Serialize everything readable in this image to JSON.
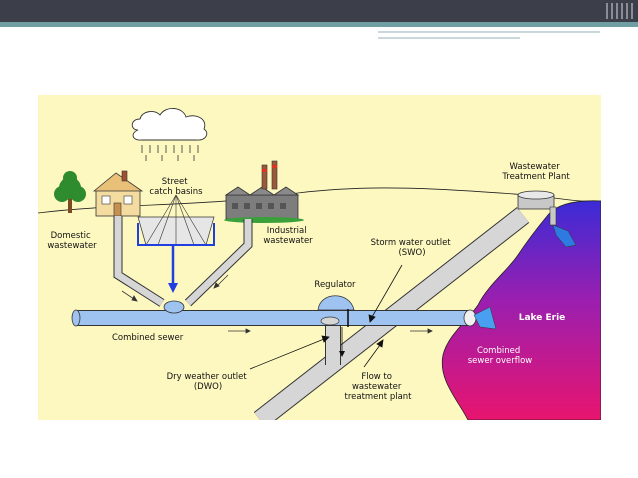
{
  "diagram": {
    "labels": {
      "street_catch_basins": [
        "Street",
        "catch basins"
      ],
      "domestic_wastewater": [
        "Domestic",
        "wastewater"
      ],
      "industrial_wastewater": [
        "Industrial",
        "wastewater"
      ],
      "wastewater_treatment_plant": [
        "Wastewater",
        "Treatment Plant"
      ],
      "storm_water_outlet": [
        "Storm water outlet",
        "(SWO)"
      ],
      "regulator": "Regulator",
      "combined_sewer": "Combined sewer",
      "lake_erie": "Lake Erie",
      "combined_sewer_overflow": [
        "Combined",
        "sewer overflow"
      ],
      "dry_weather_outlet": [
        "Dry weather outlet",
        "(DWO)"
      ],
      "flow_to_plant": [
        "Flow to",
        "wastewater",
        "treatment plant"
      ]
    },
    "colors": {
      "background": "#fdf8c0",
      "pipe_gray": "#d6d6d6",
      "sewer_blue": "#9fc3f0",
      "water_blue": "#1f3fe0",
      "lake_top": "#3b2bd6",
      "lake_bottom": "#e8146e",
      "header_dark": "#3c3f4a",
      "header_teal": "#6f9ea3"
    }
  }
}
